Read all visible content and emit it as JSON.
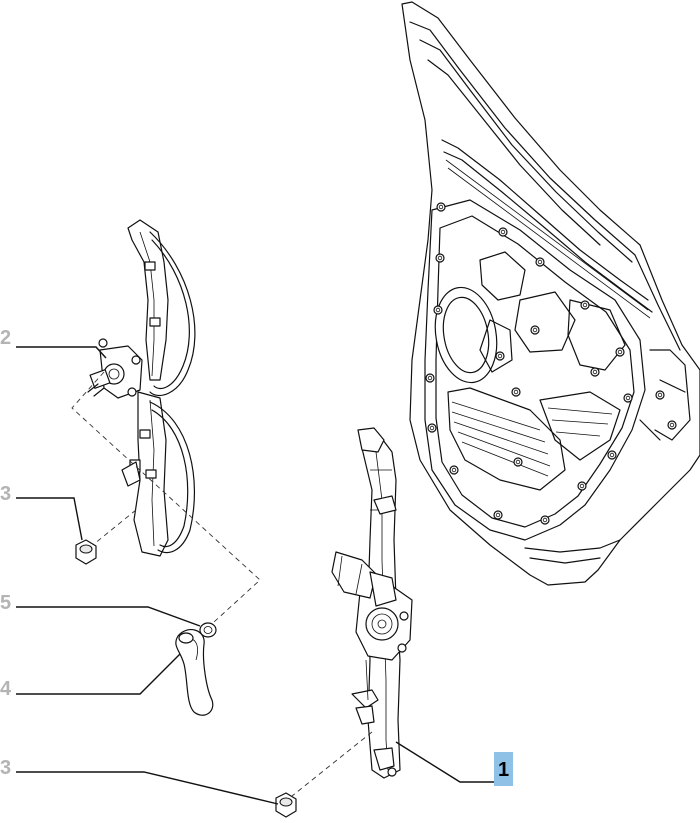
{
  "callouts": [
    {
      "id": "c1",
      "label": "1",
      "highlighted": true
    },
    {
      "id": "c2",
      "label": "2",
      "highlighted": false
    },
    {
      "id": "c3a",
      "label": "3",
      "highlighted": false
    },
    {
      "id": "c3b",
      "label": "3",
      "highlighted": false
    },
    {
      "id": "c4",
      "label": "4",
      "highlighted": false
    },
    {
      "id": "c5",
      "label": "5",
      "highlighted": false
    }
  ],
  "colors": {
    "callout_text": "#b4b4b4",
    "highlight_bg": "#8fc0e6",
    "highlight_text": "#000000",
    "line": "#111111"
  }
}
